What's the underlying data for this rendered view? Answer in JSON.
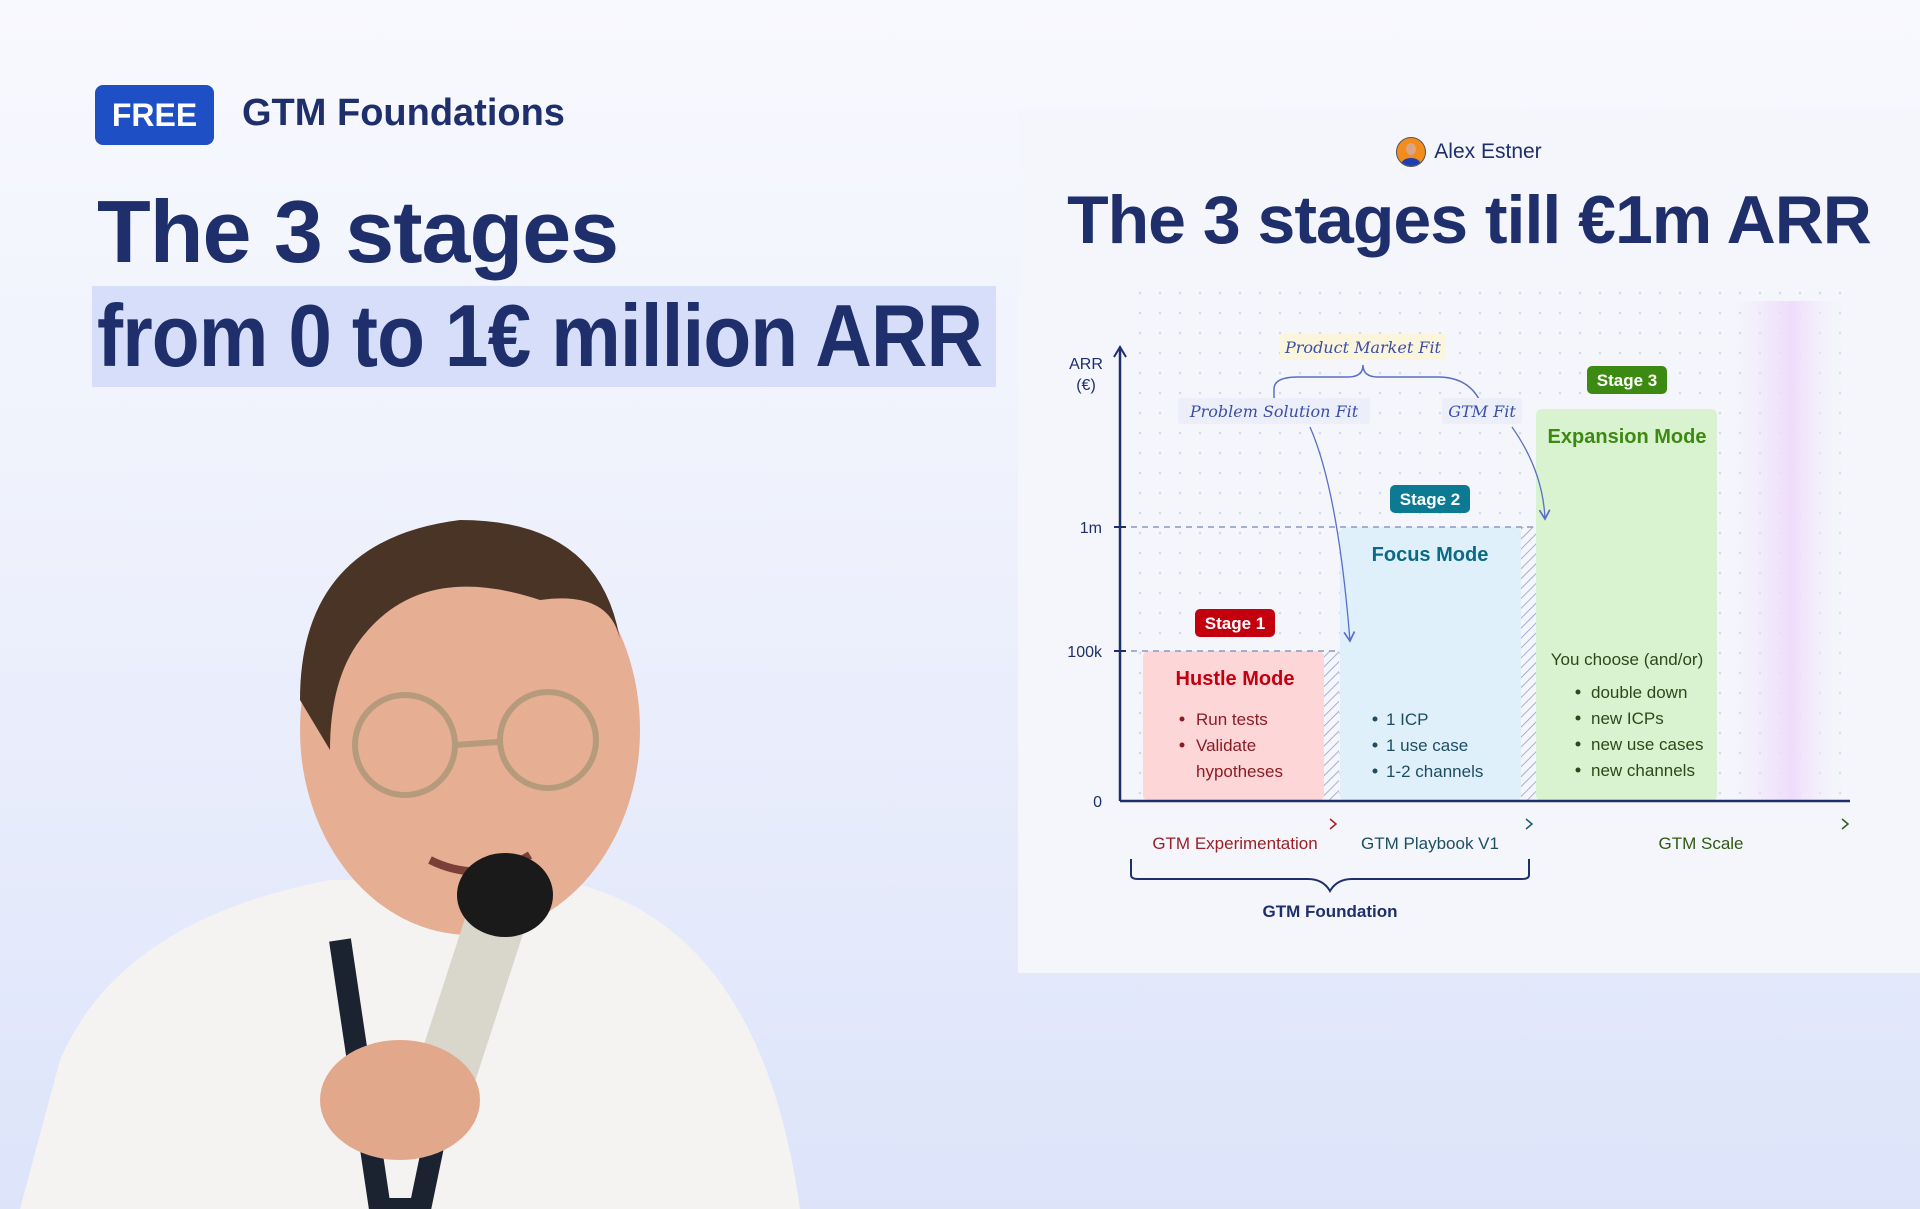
{
  "header": {
    "badge": "FREE",
    "series": "GTM Foundations"
  },
  "headline": {
    "line1": "The 3 stages",
    "line2": "from 0 to 1€ million ARR"
  },
  "card": {
    "author": "Alex Estner",
    "title": "The 3 stages till €1m ARR",
    "y_axis": {
      "label_line1": "ARR",
      "label_line2": "(€)",
      "ticks": [
        "1m",
        "100k",
        "0"
      ]
    },
    "annotations": {
      "pmf": "Product Market Fit",
      "psf": "Problem Solution Fit",
      "gtm_fit": "GTM Fit"
    },
    "stages": [
      {
        "badge": "Stage 1",
        "title": "Hustle Mode",
        "items": [
          "Run tests",
          "Validate",
          "hypotheses"
        ],
        "color": "#c4000f",
        "bg": "#fdd6d8"
      },
      {
        "badge": "Stage 2",
        "title": "Focus Mode",
        "items": [
          "1 ICP",
          "1 use case",
          "1-2 channels"
        ],
        "color": "#0b7a92",
        "bg": "#dff0fb"
      },
      {
        "badge": "Stage 3",
        "title": "Expansion Mode",
        "intro": "You choose (and/or)",
        "items": [
          "double down",
          "new ICPs",
          "new use cases",
          "new channels"
        ],
        "color": "#3d8a12",
        "bg": "#d9f2cf"
      }
    ],
    "phases": [
      "GTM Experimentation",
      "GTM Playbook V1",
      "GTM Scale"
    ],
    "foundation": "GTM Foundation"
  }
}
